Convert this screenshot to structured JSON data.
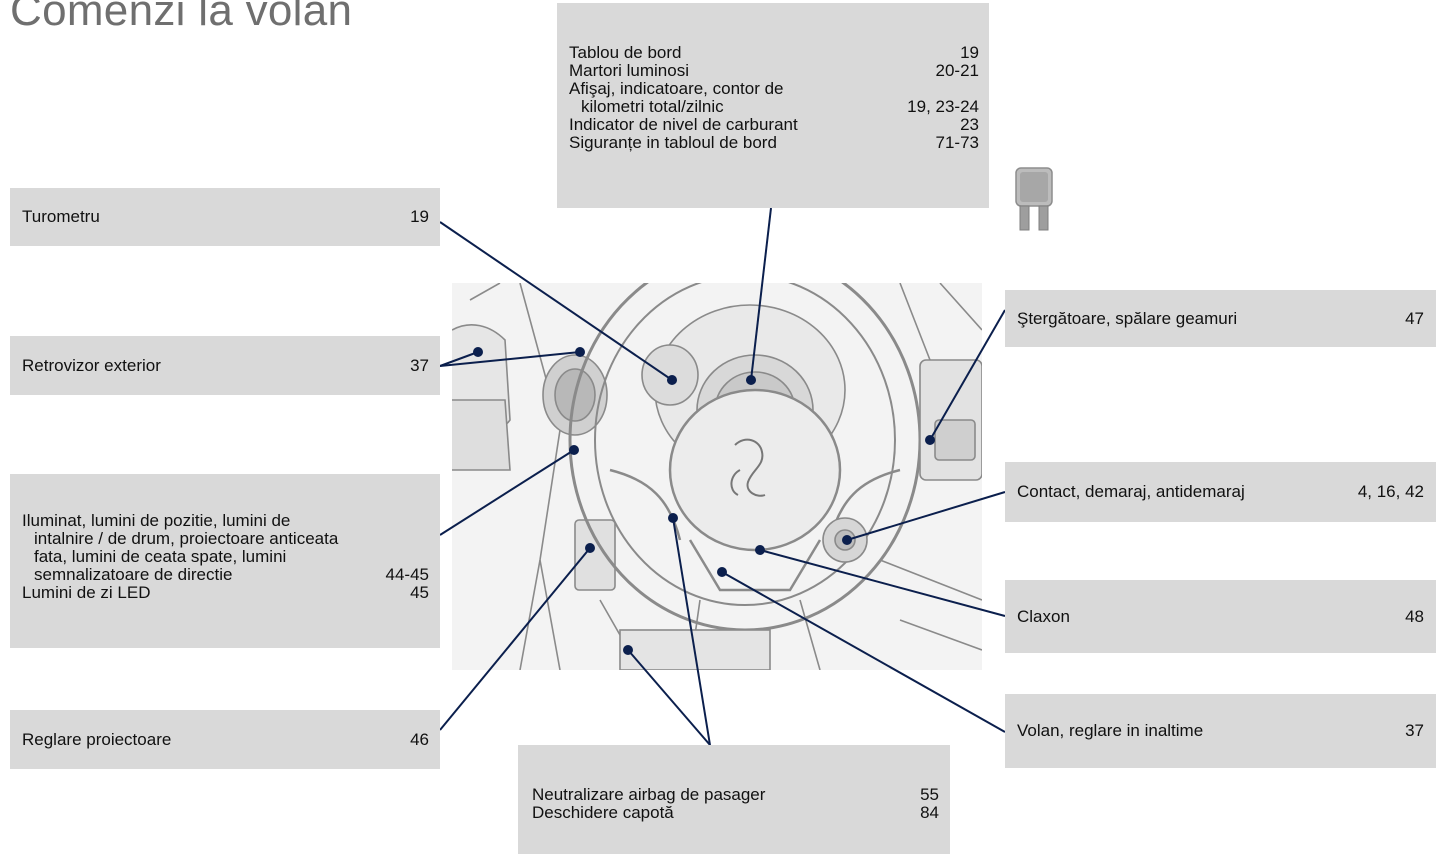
{
  "page_title": "Comenzi la volan",
  "callouts": {
    "dashboard": {
      "rows": [
        {
          "label": "Tablou de bord",
          "page": "19"
        },
        {
          "label": "Martori luminosi",
          "page": "20-21"
        },
        {
          "label": "Afişaj, indicatoare, contor de",
          "page": ""
        },
        {
          "label": "kilometri total/zilnic",
          "page": "19, 23-24"
        },
        {
          "label": "Indicator de nivel de carburant",
          "page": "23"
        },
        {
          "label": "Siguranțe in tabloul de bord",
          "page": "71-73"
        }
      ]
    },
    "tachometer": {
      "label": "Turometru",
      "page": "19"
    },
    "mirror": {
      "label": "Retrovizor exterior",
      "page": "37"
    },
    "lighting": {
      "rows": [
        {
          "label": "Iluminat, lumini de pozitie, lumini de",
          "page": ""
        },
        {
          "label": "intalnire / de drum, proiectoare anticeata",
          "page": ""
        },
        {
          "label": "fata, lumini de ceata spate, lumini",
          "page": ""
        },
        {
          "label": "semnalizatoare de directie",
          "page": "44-45"
        },
        {
          "label": "Lumini de zi LED",
          "page": "45"
        }
      ]
    },
    "headlamp_adjust": {
      "label": "Reglare proiectoare",
      "page": "46"
    },
    "airbag_bonnet": {
      "rows": [
        {
          "label": "Neutralizare airbag de pasager",
          "page": "55"
        },
        {
          "label": "Deschidere capotă",
          "page": "84"
        }
      ]
    },
    "wipers": {
      "label": "Ştergătoare, spălare geamuri",
      "page": "47"
    },
    "ignition": {
      "label": "Contact, demaraj, antidemaraj",
      "page": "4, 16, 42"
    },
    "horn": {
      "label": "Claxon",
      "page": "48"
    },
    "steering_adjust": {
      "label": "Volan, reglare in inaltime",
      "page": "37"
    }
  },
  "colors": {
    "box_background": "#d9d9d9",
    "leader_line": "#0b1f4d",
    "title": "#6f6f6f"
  },
  "icons": {
    "illustration": "steering-wheel-dashboard-illustration",
    "fuse": "fuse-icon"
  }
}
